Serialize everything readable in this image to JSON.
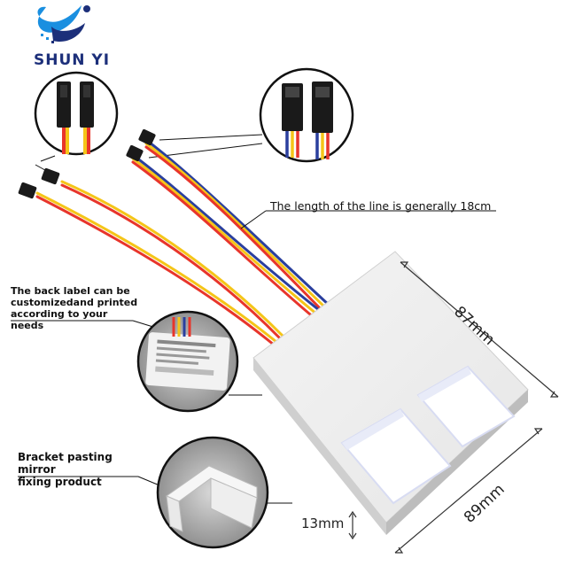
{
  "brand": {
    "name": "SHUN YI",
    "colors": {
      "primary": "#1c2f7a",
      "accent": "#1a8fe0"
    }
  },
  "callouts": {
    "line_length": "The length of the line is generally 18cm",
    "back_label": [
      "The back label can be",
      "customizedand printed",
      "according to your needs"
    ],
    "bracket": [
      "Bracket pasting mirror",
      "fixing product"
    ]
  },
  "dimensions": {
    "depth": "87mm",
    "width": "89mm",
    "height": "13mm"
  },
  "wire_colors": {
    "red": "#e8352b",
    "yellow": "#f5c518",
    "blue": "#2a3f9e",
    "black": "#1a1a1a"
  }
}
